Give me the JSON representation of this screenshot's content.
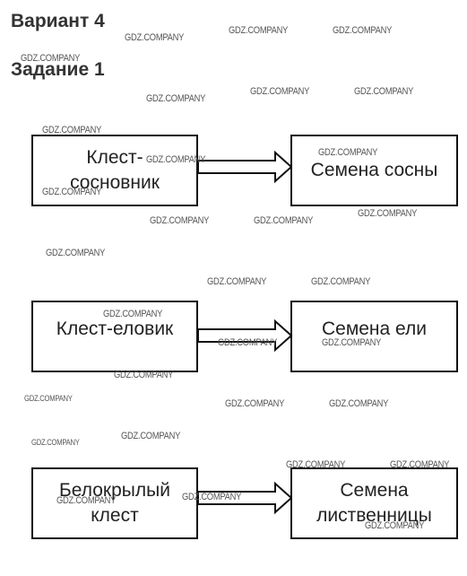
{
  "heading": {
    "variant": "Вариант 4",
    "task": "Задание 1"
  },
  "rows": [
    {
      "predator": "Клест-\nсосновник",
      "food": "Семена сосны"
    },
    {
      "predator": "Клест-еловик",
      "food": "Семена ели"
    },
    {
      "predator": "Белокрылый\nклест",
      "food": "Семена\nлиственницы"
    }
  ],
  "watermark": "GDZ.COMPANY",
  "colors": {
    "box_border": "#111111",
    "text": "#222222",
    "watermark": "#555555"
  }
}
